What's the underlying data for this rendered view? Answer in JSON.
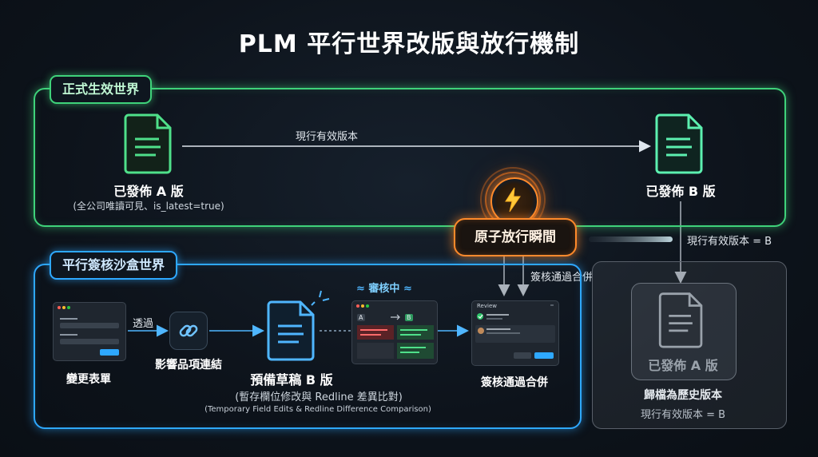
{
  "title": "PLM 平行世界改版與放行機制",
  "production": {
    "label": "正式生效世界",
    "doc_a": "已發佈 A 版",
    "doc_a_note": "(全公司唯讀可見、is_latest=true)",
    "edge_current": "現行有效版本",
    "doc_b": "已發佈 B 版"
  },
  "atomic": {
    "label": "原子放行瞬間",
    "icon": "lightning-icon"
  },
  "edge_current_b": "現行有效版本 = B",
  "sandbox": {
    "label": "平行簽核沙盒世界",
    "change_form": "變更表單",
    "via": "透過",
    "link_items": "影響品項連結",
    "draft_b": "預備草稿 B 版",
    "draft_note_zh": "(暫存欄位修改與 Redline 差異比對)",
    "draft_note_en": "(Temporary Field Edits & Redline Difference Comparison)",
    "reviewing": "審核中",
    "diff_a": "A",
    "diff_b": "B",
    "review_window_title": "Review",
    "approved_merge": "簽核通過合併",
    "edge_approved": "簽核通過合併"
  },
  "archive": {
    "doc_a": "已發佈 A 版",
    "label": "歸檔為歷史版本",
    "note": "現行有效版本 = B"
  },
  "colors": {
    "production": "#3fd27a",
    "sandbox": "#2ea8ff",
    "atomic": "#ff8a2a",
    "archive": "#59606a"
  }
}
